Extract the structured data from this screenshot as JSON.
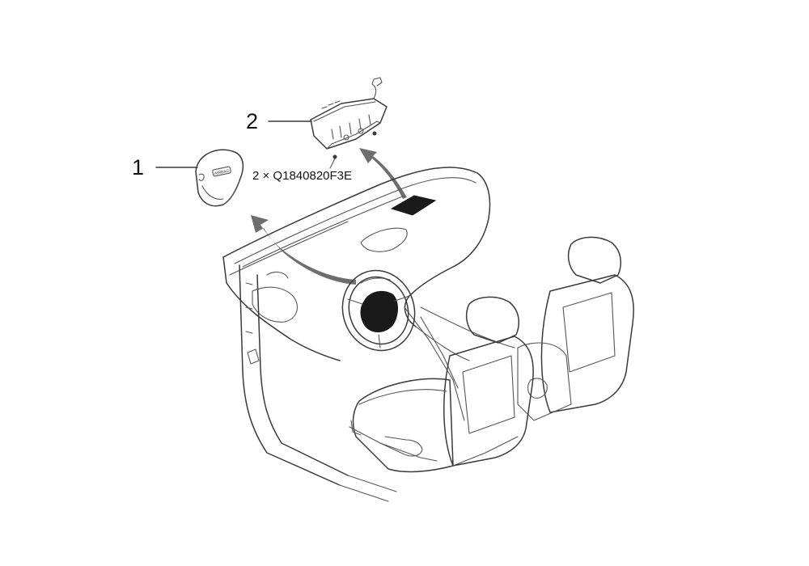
{
  "callouts": [
    {
      "number": "1",
      "part": "driver-airbag"
    },
    {
      "number": "2",
      "part": "passenger-airbag"
    }
  ],
  "fastener_note": "2 × Q1840820F3E",
  "badge_text": "AIRBAG",
  "colors": {
    "line": "#3a3a3a",
    "arrow": "#6e6e6e",
    "fill_dark": "#1a1a1a"
  }
}
